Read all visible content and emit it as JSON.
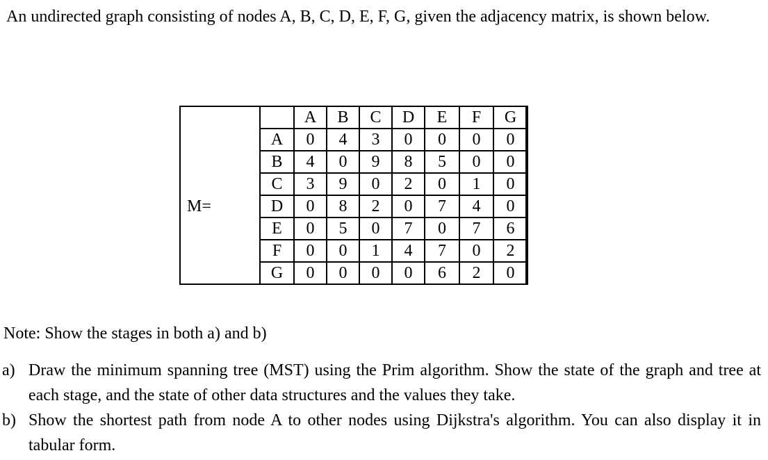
{
  "intro": "An undirected graph consisting of nodes A, B, C, D, E, F, G, given the adjacency matrix, is shown below.",
  "matrix_label": "M=",
  "matrix": {
    "headers": [
      "A",
      "B",
      "C",
      "D",
      "E",
      "F",
      "G"
    ],
    "rows": [
      {
        "label": "A",
        "values": [
          "0",
          "4",
          "3",
          "0",
          "0",
          "0",
          "0"
        ]
      },
      {
        "label": "B",
        "values": [
          "4",
          "0",
          "9",
          "8",
          "5",
          "0",
          "0"
        ]
      },
      {
        "label": "C",
        "values": [
          "3",
          "9",
          "0",
          "2",
          "0",
          "1",
          "0"
        ]
      },
      {
        "label": "D",
        "values": [
          "0",
          "8",
          "2",
          "0",
          "7",
          "4",
          "0"
        ]
      },
      {
        "label": "E",
        "values": [
          "0",
          "5",
          "0",
          "7",
          "0",
          "7",
          "6"
        ]
      },
      {
        "label": "F",
        "values": [
          "0",
          "0",
          "1",
          "4",
          "7",
          "0",
          "2"
        ]
      },
      {
        "label": "G",
        "values": [
          "0",
          "0",
          "0",
          "0",
          "6",
          "2",
          "0"
        ]
      }
    ]
  },
  "note": "Note: Show the stages in both a) and b)",
  "questions": [
    {
      "label": "a)",
      "text": "Draw the minimum spanning tree (MST) using the Prim algorithm. Show the state of the graph and tree at each stage, and the state of other data structures and the values they take."
    },
    {
      "label": "b)",
      "text": "Show the shortest path from node A to other nodes using Dijkstra's algorithm. You can also display it in tabular form."
    }
  ]
}
